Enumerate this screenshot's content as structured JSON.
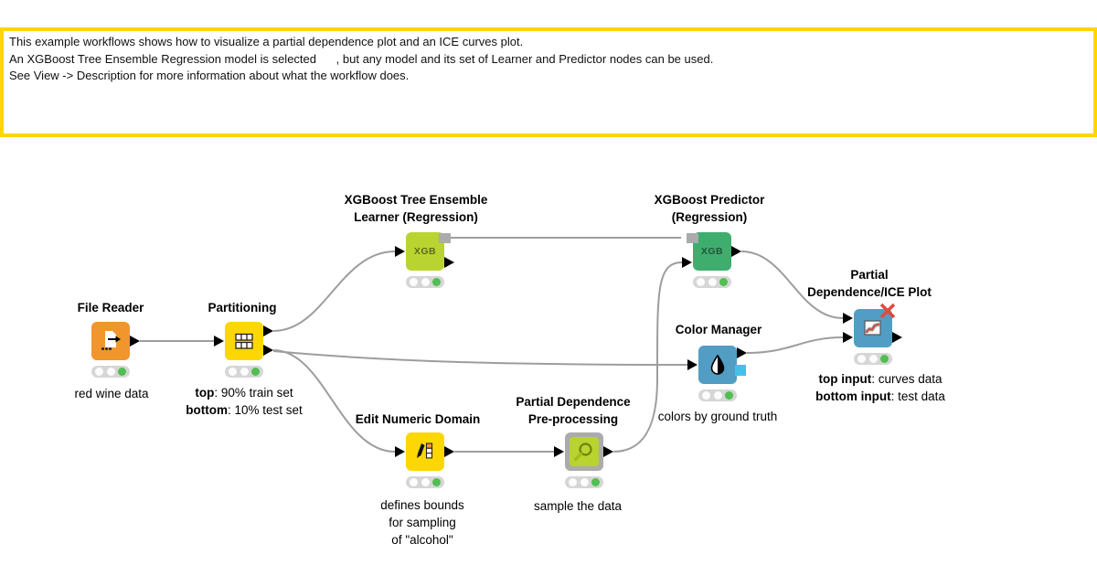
{
  "annotation": {
    "lines": [
      "This example workflows shows how to visualize a partial dependence plot and an ICE curves plot.",
      "An XGBoost Tree Ensemble Regression model is selected      , but any model and its set of Learner and Predictor nodes can be used.",
      "See View -> Description for more information about what the workflow does."
    ]
  },
  "nodes": {
    "file_reader": {
      "title": "File Reader",
      "caption": "red wine data",
      "color": "#F0962D",
      "icon": "file-document-icon",
      "status": "executed"
    },
    "partitioning": {
      "title": "Partitioning",
      "color": "#FDD703",
      "icon": "table-partition-icon",
      "status": "executed",
      "caption": [
        {
          "bold": "top",
          "rest": ": 90% train set"
        },
        {
          "bold": "bottom",
          "rest": ": 10% test set"
        }
      ]
    },
    "xgb_learner": {
      "title_line1": "XGBoost Tree Ensemble",
      "title_line2": "Learner (Regression)",
      "badge": "XGB",
      "color": "#B9D430",
      "status": "executed"
    },
    "xgb_predictor": {
      "title_line1": "XGBoost Predictor",
      "title_line2": "(Regression)",
      "badge": "XGB",
      "color": "#3FAD6E",
      "status": "executed"
    },
    "color_manager": {
      "title": "Color Manager",
      "caption": "colors by ground truth",
      "color": "#529DC4",
      "icon": "water-drop-icon",
      "status": "executed"
    },
    "edit_numeric_domain": {
      "title": "Edit Numeric Domain",
      "color": "#FDD703",
      "icon": "pen-column-icon",
      "status": "executed",
      "caption": [
        "defines bounds",
        "for sampling",
        "of \"alcohol\""
      ]
    },
    "pd_preprocessing": {
      "title_line1": "Partial Dependence",
      "title_line2": "Pre-processing",
      "caption": "sample the data",
      "color": "#B9D430",
      "frame_color": "#ABABAB",
      "icon": "magnifier-icon",
      "status": "executed"
    },
    "ice_plot": {
      "title_line1": "Partial",
      "title_line2": "Dependence/ICE Plot",
      "color": "#529DC4",
      "icon": "ice-curve-chart-icon",
      "error_marker": "red-x",
      "status": "executed",
      "caption": [
        {
          "bold": "top input",
          "rest": ": curves data"
        },
        {
          "bold": "bottom input",
          "rest": ": test data"
        }
      ]
    }
  },
  "connections": [
    {
      "from": "File Reader",
      "to": "Partitioning"
    },
    {
      "from": "Partitioning (top output, train set)",
      "to": "XGBoost Tree Ensemble Learner (Regression)"
    },
    {
      "from": "Partitioning (bottom output, test set)",
      "to": "Edit Numeric Domain"
    },
    {
      "from": "Partitioning (bottom output, test set)",
      "to": "Color Manager"
    },
    {
      "from": "XGBoost Tree Ensemble Learner (Regression) model port",
      "to": "XGBoost Predictor (Regression) model port"
    },
    {
      "from": "Edit Numeric Domain",
      "to": "Partial Dependence Pre-processing"
    },
    {
      "from": "Partial Dependence Pre-processing",
      "to": "XGBoost Predictor (Regression)"
    },
    {
      "from": "XGBoost Predictor (Regression)",
      "to": "Partial Dependence/ICE Plot (top input)"
    },
    {
      "from": "Color Manager",
      "to": "Partial Dependence/ICE Plot (bottom input)"
    }
  ],
  "colors": {
    "annotation_border": "#FFD500",
    "wire": "#9D9D9D",
    "model_port": "#ABABAB",
    "color_port": "#45C1E8",
    "status_done": "#4FBF4F",
    "traffic_pill": "#D6D6D6",
    "error_x": "#E04A3F"
  }
}
